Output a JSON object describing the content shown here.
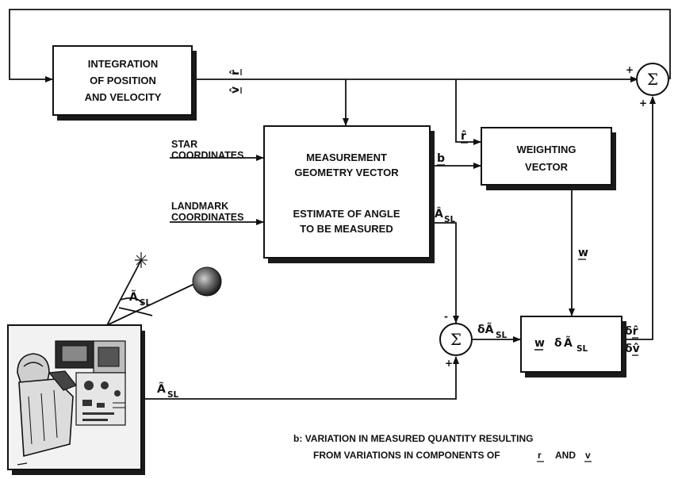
{
  "blocks": {
    "integration": {
      "lines": [
        "INTEGRATION",
        "OF POSITION",
        "AND VELOCITY"
      ]
    },
    "measurement": {
      "lines_top": [
        "MEASUREMENT",
        "GEOMETRY VECTOR"
      ],
      "lines_bottom": [
        "ESTIMATE OF ANGLE",
        "TO BE MEASURED"
      ]
    },
    "weighting": {
      "lines": [
        "WEIGHTING",
        "VECTOR"
      ]
    },
    "gain": {
      "w": "w",
      "delta": "δ",
      "a_hat": "Ã",
      "sl": "SL"
    }
  },
  "inputs": {
    "star": [
      "STAR",
      "COORDINATES"
    ],
    "landmark": [
      "LANDMARK",
      "COORDINATES"
    ]
  },
  "signals": {
    "r_hat": "r̂",
    "v_hat": "v̂",
    "b": "b",
    "a_est": "Â",
    "a_est_sub": "SL",
    "w": "w",
    "a_meas": "Ã",
    "a_meas_sub": "SL",
    "delta_a": "δÃ",
    "delta_a_sub": "SL",
    "delta_r": "δr̂",
    "delta_v": "δv̂"
  },
  "summers": {
    "symbol": "Σ",
    "plus": "+",
    "minus": "-"
  },
  "note": {
    "line1": "b: VARIATION IN MEASURED QUANTITY RESULTING",
    "line2_prefix": "FROM VARIATIONS IN COMPONENTS OF",
    "r": "r",
    "and": "AND",
    "v": "v"
  }
}
